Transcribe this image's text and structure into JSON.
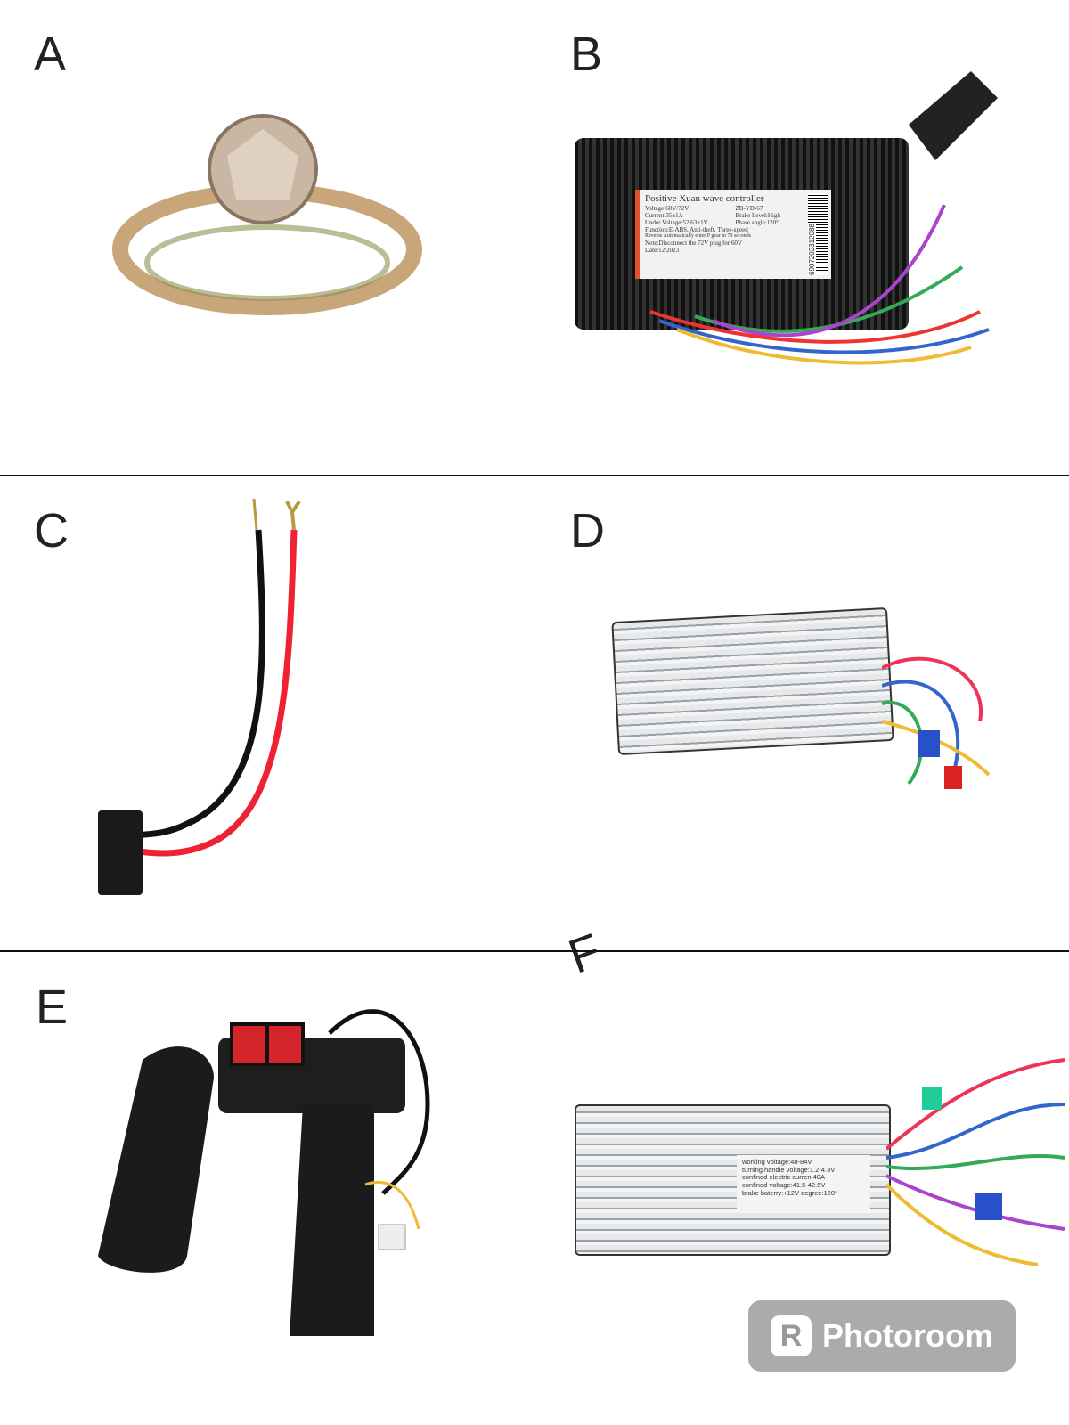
{
  "labels": {
    "a": "A",
    "b": "B",
    "c": "C",
    "d": "D",
    "e": "E",
    "f": "F"
  },
  "controller_b": {
    "title": "Positive Xuan wave controller",
    "lines": [
      "Voltage:60V/72V",
      "ZB-YD-67",
      "Current:35±1A",
      "Brake Level:High",
      "Under Voltage:52/63±1V",
      "Phase angle:120°",
      "Function:E-ABS, Anti-theft, Three-speed",
      "Reverse Automatically enter P gear in 70 seconds",
      "Note:Disconnect the 72V plug for 60V",
      "Date:12/2023"
    ],
    "barcode": "6907202312088"
  },
  "controller_f": {
    "lines": [
      "working voltage:48-84V",
      "turning handle voltage:1.2-4.3V",
      "confined electric curren:40A",
      "confined voltage:41.5-42.5V",
      "brake baterry:+12V    degree:120°"
    ]
  },
  "watermark": "Photoroom"
}
